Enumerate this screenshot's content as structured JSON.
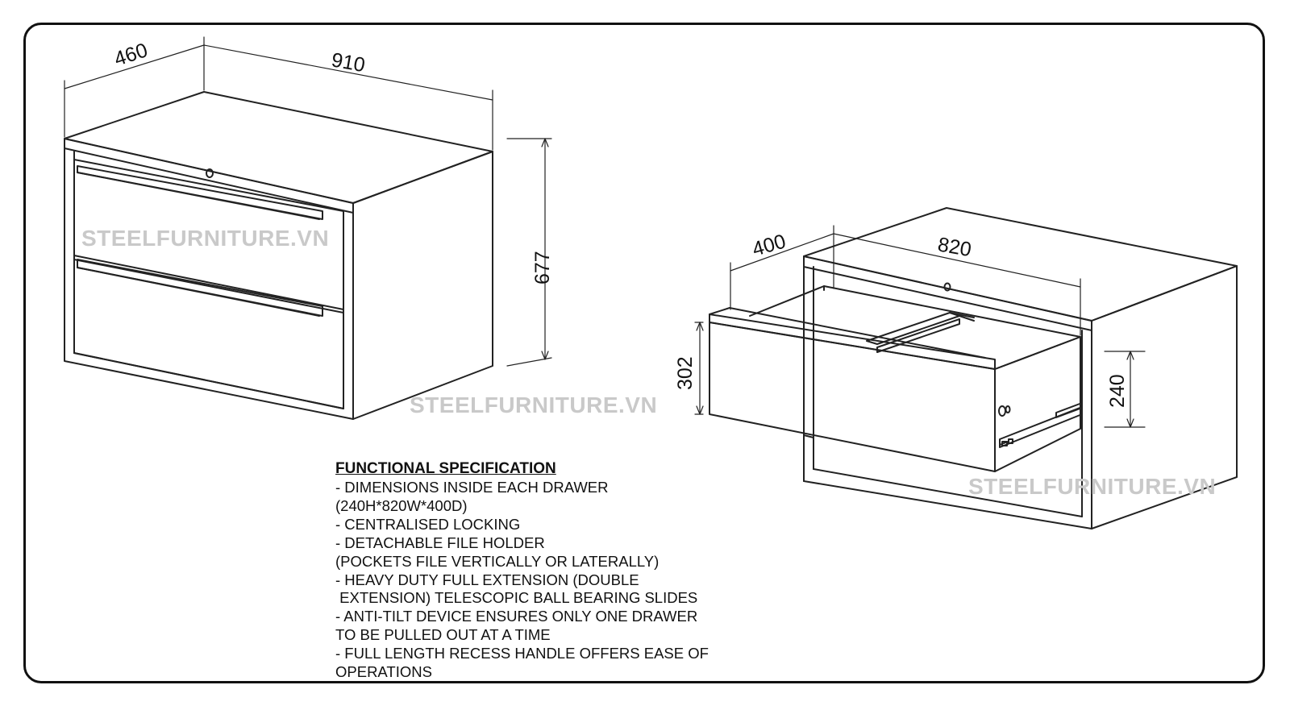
{
  "watermark": "STEELFURNITURE.VN",
  "dimensions": {
    "cabinet_depth": "460",
    "cabinet_width": "910",
    "cabinet_height": "677",
    "drawer_depth": "400",
    "drawer_width": "820",
    "drawer_front_height": "302",
    "drawer_inner_height": "240"
  },
  "spec": {
    "title": "FUNCTIONAL SPECIFICATION",
    "lines": [
      "- DIMENSIONS INSIDE EACH DRAWER",
      "(240H*820W*400D)",
      "- CENTRALISED LOCKING",
      "- DETACHABLE FILE HOLDER",
      "(POCKETS FILE VERTICALLY OR LATERALLY)",
      "- HEAVY DUTY FULL EXTENSION (DOUBLE",
      " EXTENSION) TELESCOPIC BALL BEARING SLIDES",
      "- ANTI-TILT DEVICE ENSURES ONLY ONE DRAWER",
      "TO BE PULLED OUT AT A TIME",
      "- FULL LENGTH RECESS HANDLE OFFERS EASE OF",
      "OPERATIONS"
    ]
  }
}
